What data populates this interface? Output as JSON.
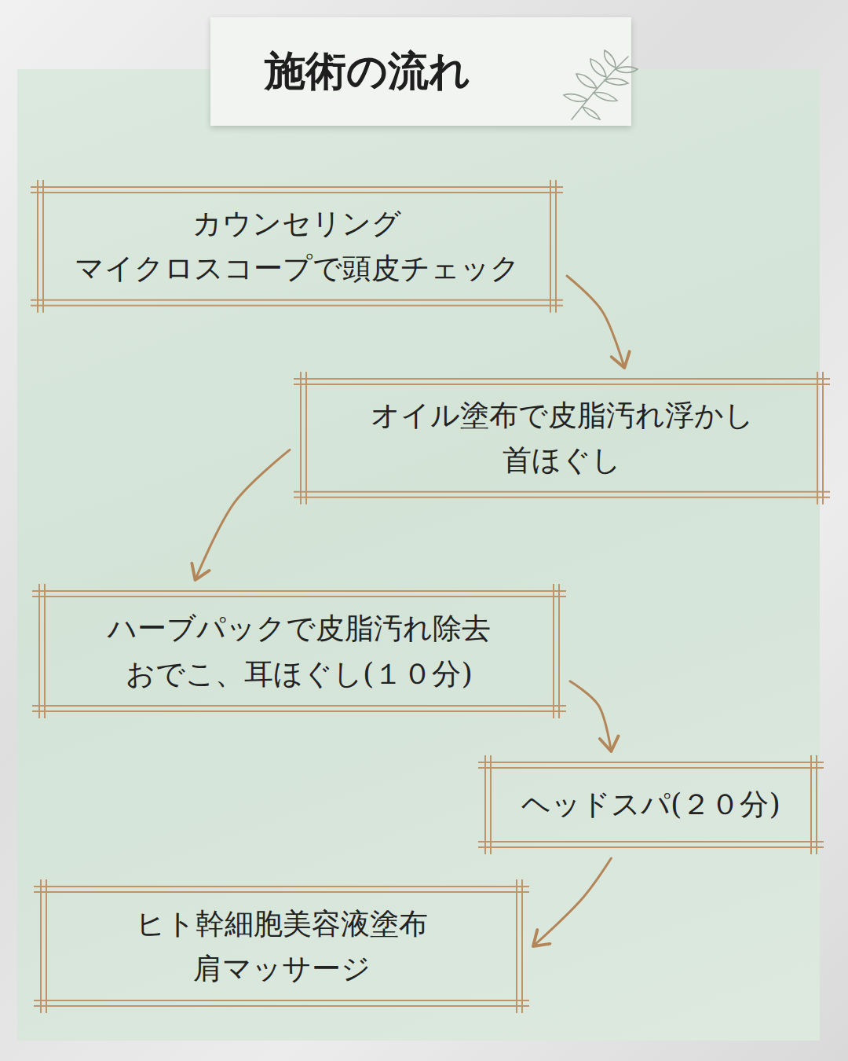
{
  "diagram": {
    "title": "施術の流れ",
    "nodes": [
      {
        "text": [
          "カウンセリング",
          "マイクロスコープで頭皮チェック"
        ]
      },
      {
        "text": [
          "オイル塗布で皮脂汚れ浮かし",
          "首ほぐし"
        ]
      },
      {
        "text": [
          "ハーブパックで皮脂汚れ除去",
          "おでこ、耳ほぐし(１０分)"
        ]
      },
      {
        "text": [
          "ヘッドスパ(２０分)"
        ]
      },
      {
        "text": [
          "ヒト幹細胞美容液塗布",
          "肩マッサージ"
        ]
      }
    ],
    "edges": [
      {
        "from": 0,
        "to": 1,
        "arrow": "to"
      },
      {
        "from": 1,
        "to": 2,
        "arrow": "to"
      },
      {
        "from": 2,
        "to": 3,
        "arrow": "to"
      },
      {
        "from": 3,
        "to": 4,
        "arrow": "to"
      }
    ]
  }
}
